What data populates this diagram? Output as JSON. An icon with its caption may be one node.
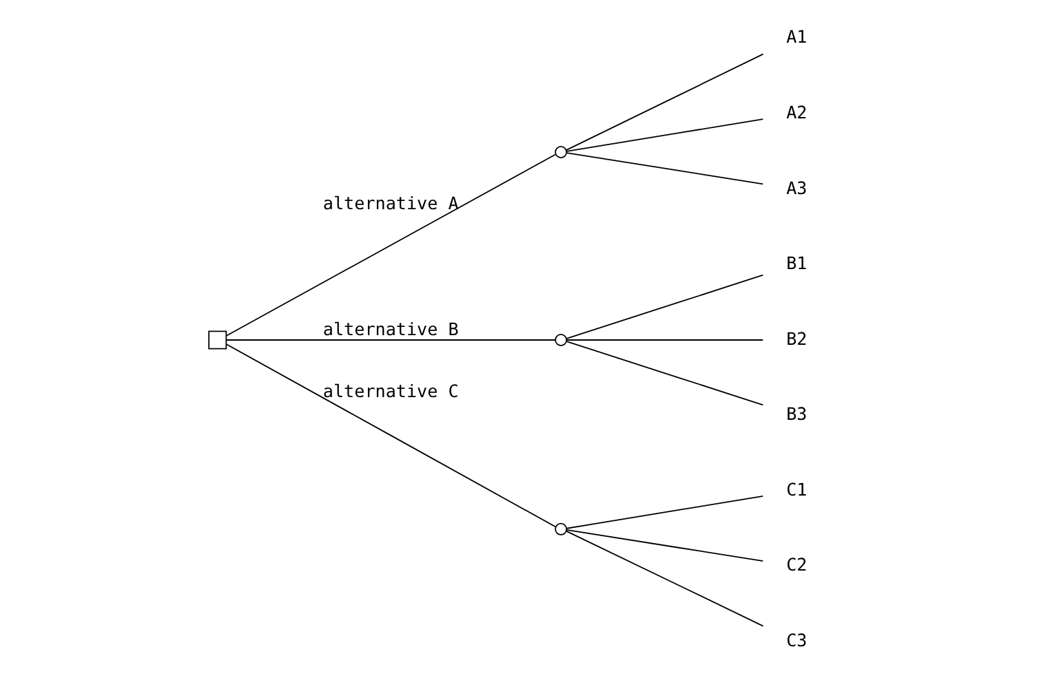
{
  "diagram": {
    "nodes": [
      {
        "text": [],
        "shape": "box"
      },
      {
        "text": [],
        "shape": "circle"
      },
      {
        "text": [
          "A1"
        ]
      },
      {
        "text": [
          "A2"
        ]
      },
      {
        "text": [
          "A3"
        ]
      },
      {
        "text": [],
        "shape": "circle"
      },
      {
        "text": [
          "B1"
        ]
      },
      {
        "text": [
          "B2"
        ]
      },
      {
        "text": [
          "B3"
        ]
      },
      {
        "text": [],
        "shape": "circle"
      },
      {
        "text": [
          "C1"
        ]
      },
      {
        "text": [
          "C2"
        ]
      },
      {
        "text": [
          "C3"
        ]
      }
    ],
    "edges": [
      {
        "from": 0,
        "to": 1,
        "arrow": "none",
        "label": "alternative A"
      },
      {
        "from": 1,
        "to": 2,
        "arrow": "none"
      },
      {
        "from": 1,
        "to": 3,
        "arrow": "none"
      },
      {
        "from": 1,
        "to": 4,
        "arrow": "none"
      },
      {
        "from": 0,
        "to": 5,
        "arrow": "none",
        "label": "alternative B"
      },
      {
        "from": 5,
        "to": 6,
        "arrow": "none"
      },
      {
        "from": 5,
        "to": 7,
        "arrow": "none"
      },
      {
        "from": 5,
        "to": 8,
        "arrow": "none"
      },
      {
        "from": 0,
        "to": 9,
        "arrow": "none",
        "label": "alternative C"
      },
      {
        "from": 9,
        "to": 10,
        "arrow": "none"
      },
      {
        "from": 9,
        "to": 11,
        "arrow": "none"
      },
      {
        "from": 9,
        "to": 12,
        "arrow": "none"
      }
    ]
  }
}
